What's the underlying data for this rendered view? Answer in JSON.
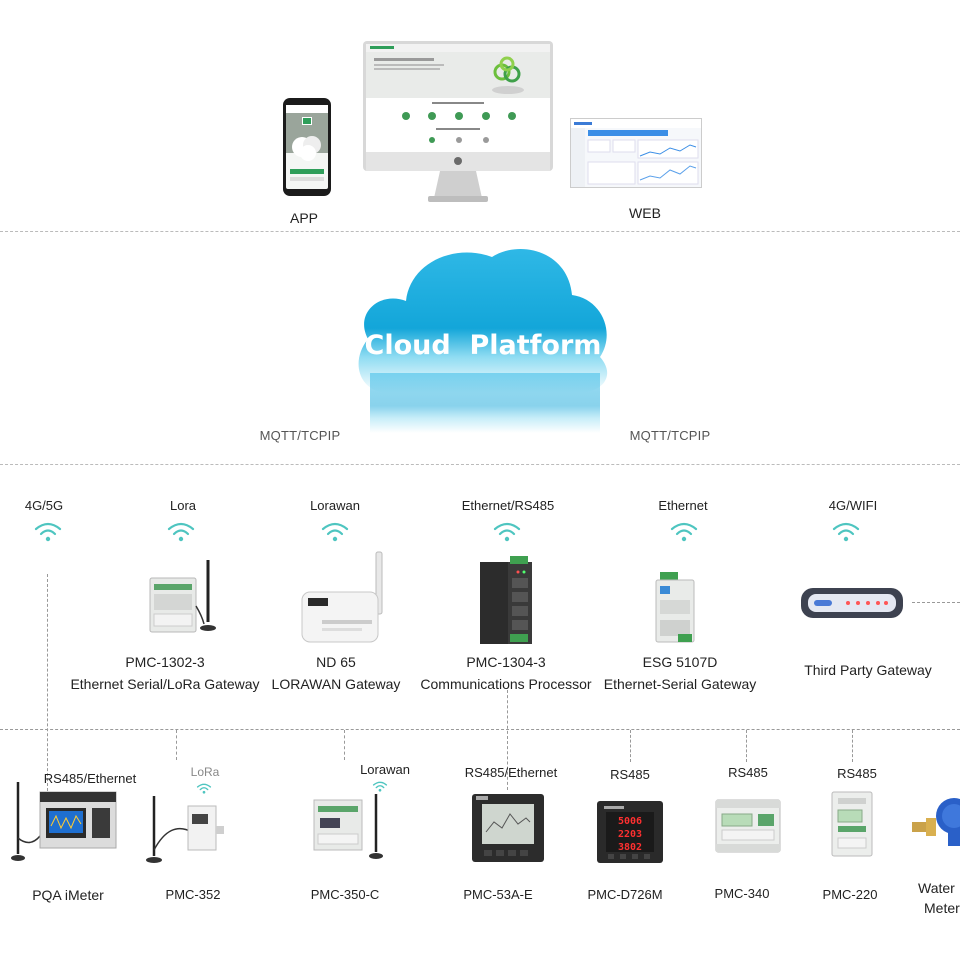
{
  "top": {
    "app_label": "APP",
    "web_label": "WEB"
  },
  "cloud": {
    "label": "Cloud  Platform",
    "protocol_left": "MQTT/TCPIP",
    "protocol_right": "MQTT/TCPIP"
  },
  "gateways": [
    {
      "protocol": "4G/5G"
    },
    {
      "protocol": "Lora",
      "model": "PMC-1302-3",
      "desc": "Ethernet Serial/LoRa Gateway"
    },
    {
      "protocol": "Lorawan",
      "model": "ND 65",
      "desc": "LORAWAN Gateway"
    },
    {
      "protocol": "Ethernet/RS485",
      "model": "PMC-1304-3",
      "desc": "Communications Processor"
    },
    {
      "protocol": "Ethernet",
      "model": "ESG 5107D",
      "desc": "Ethernet-Serial Gateway"
    },
    {
      "protocol": "4G/WIFI",
      "desc": "Third Party Gateway"
    }
  ],
  "devices": [
    {
      "protocol": "RS485/Ethernet",
      "name": "PQA iMeter"
    },
    {
      "protocol": "LoRa",
      "name": "PMC-352"
    },
    {
      "protocol": "Lorawan",
      "name": "PMC-350-C"
    },
    {
      "protocol": "RS485/Ethernet",
      "name": "PMC-53A-E"
    },
    {
      "protocol": "RS485",
      "name": "PMC-D726M",
      "display": [
        "5006",
        "2203",
        "3802"
      ]
    },
    {
      "protocol": "RS485",
      "name": "PMC-340"
    },
    {
      "protocol": "RS485",
      "name": "PMC-220"
    },
    {
      "name_line1": "Water",
      "name_line2": "Meter"
    }
  ],
  "colors": {
    "cloud_top": "#2fb8e6",
    "cloud_bottom": "#e8f8fd",
    "wifi": "#4ec5c0",
    "green_accent": "#2f9e5a"
  }
}
